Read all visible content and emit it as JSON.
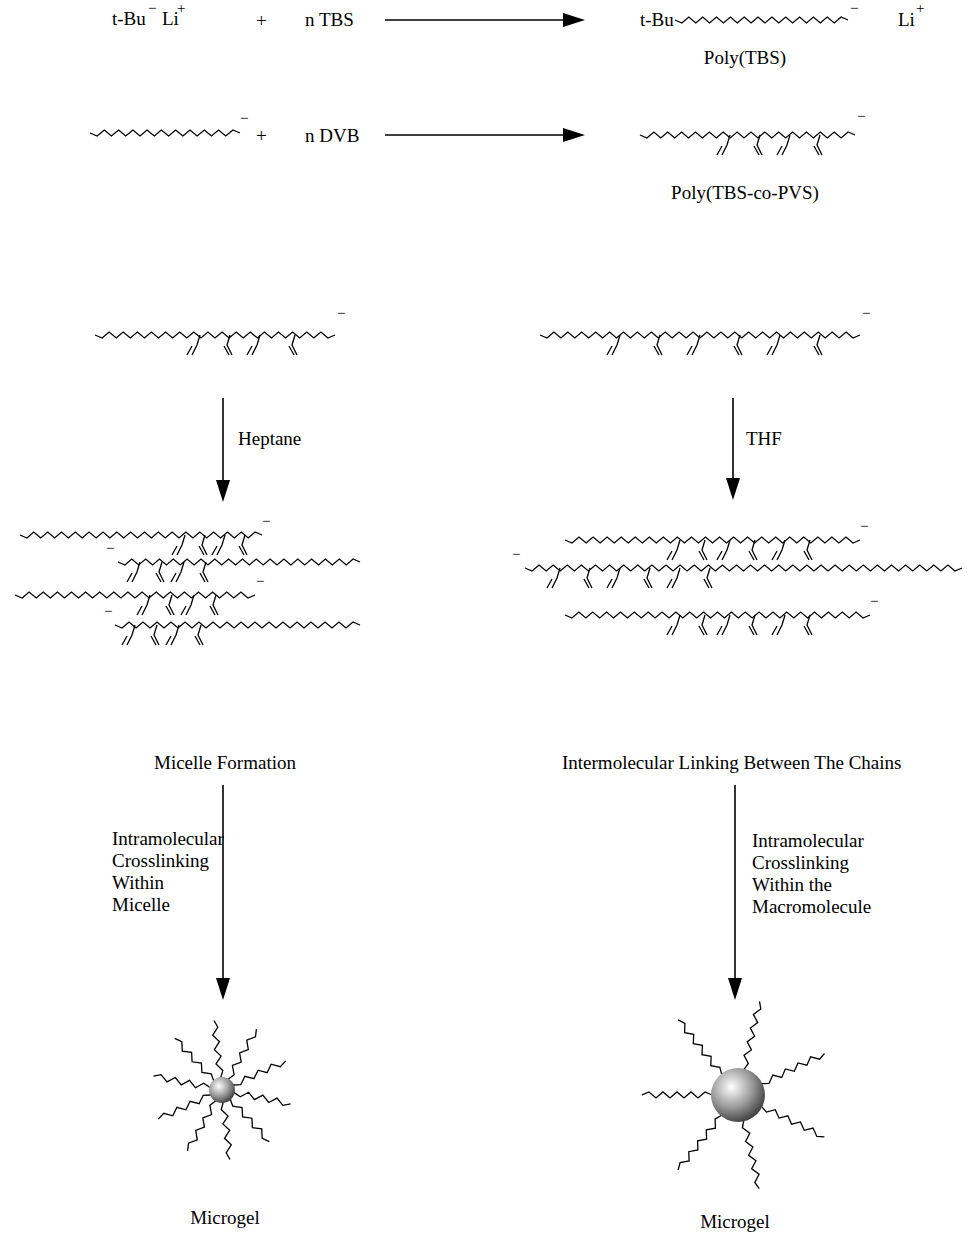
{
  "diagram": {
    "labels": [
      "t-Bu",
      "−",
      "Li",
      "+",
      "+",
      "n TBS",
      "t-Bu",
      "−",
      "Li",
      "+",
      "Poly(TBS)",
      "−",
      "+",
      "n DVB",
      "−",
      "Poly(TBS-co-PVS)",
      "−",
      "−",
      "Heptane",
      "THF",
      "−",
      "−",
      "−",
      "−",
      "−",
      "−",
      "−",
      "Micelle Formation",
      "Intermolecular Linking Between The Chains",
      "Intramolecular Crosslinking Within Micelle",
      "Intramolecular Crosslinking Within the Macromolecule",
      "Microgel",
      "Microgel"
    ]
  }
}
